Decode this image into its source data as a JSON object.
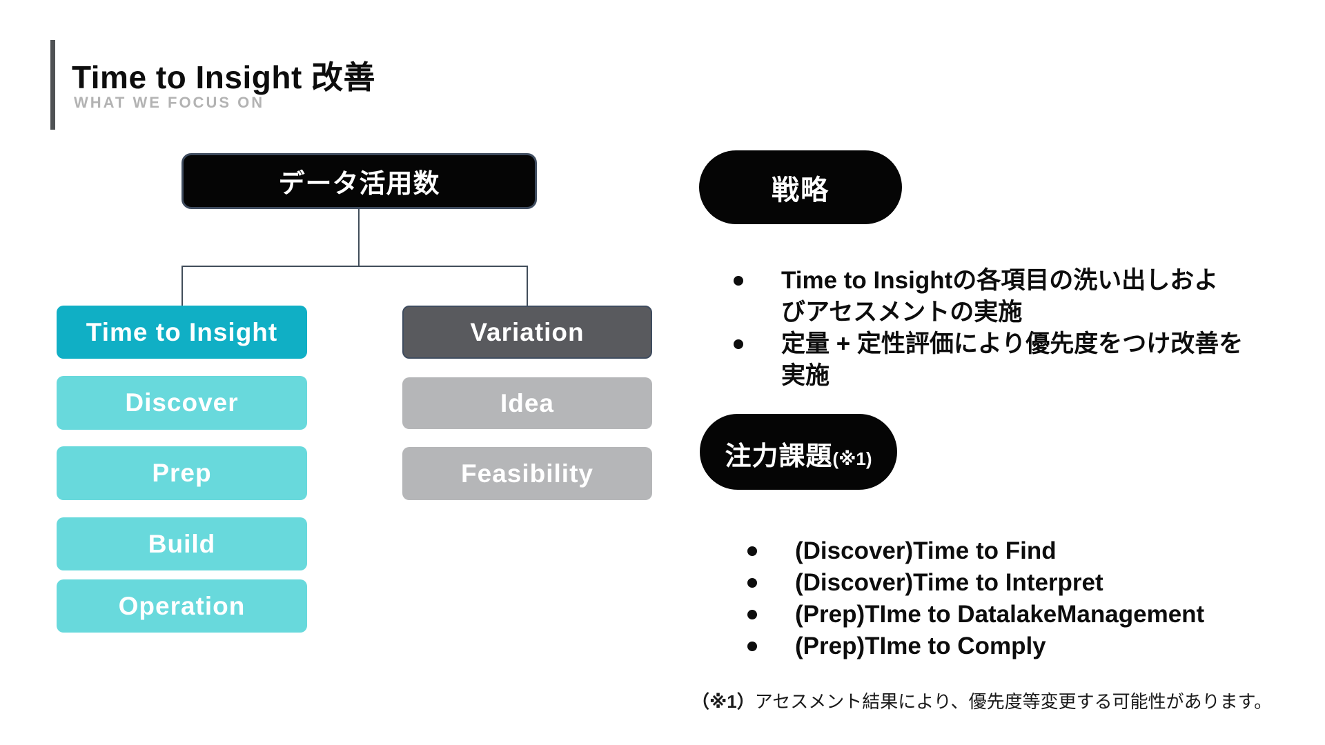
{
  "header": {
    "title": "Time to Insight 改善",
    "subtitle": "WHAT WE FOCUS ON"
  },
  "diagram": {
    "root": {
      "label": "データ活用数"
    },
    "left": {
      "parent": "Time to Insight",
      "children": [
        "Discover",
        "Prep",
        "Build",
        "Operation"
      ]
    },
    "right": {
      "parent": "Variation",
      "children": [
        "Idea",
        "Feasibility"
      ]
    }
  },
  "strategy": {
    "pill": "戦略",
    "bullets": [
      {
        "lines": [
          "Time to Insightの各項目の洗い出しおよ",
          "びアセスメントの実施"
        ]
      },
      {
        "lines": [
          "定量 + 定性評価により優先度をつけ改善を",
          "実施"
        ]
      }
    ]
  },
  "focus": {
    "pill_main": "注力課題",
    "pill_note": "(※1)",
    "bullets": [
      "(Discover)Time to Find",
      "(Discover)Time to Interpret",
      "(Prep)TIme to DatalakeManagement",
      "(Prep)TIme to Comply"
    ]
  },
  "footnote": {
    "marker": "（※1）",
    "text": "アセスメント結果により、優先度等変更する可能性があります。"
  },
  "colors": {
    "teal_dark": "#10AFC5",
    "teal_light": "#68D9DC",
    "gray_dark": "#595A5E",
    "gray_light": "#B5B6B8",
    "black_fill": "#050505",
    "box_border": "#3F4C5F",
    "connector": "#414D5A",
    "accent_bar": "#4F5254",
    "subtitle_gray": "#B3B3B3"
  }
}
